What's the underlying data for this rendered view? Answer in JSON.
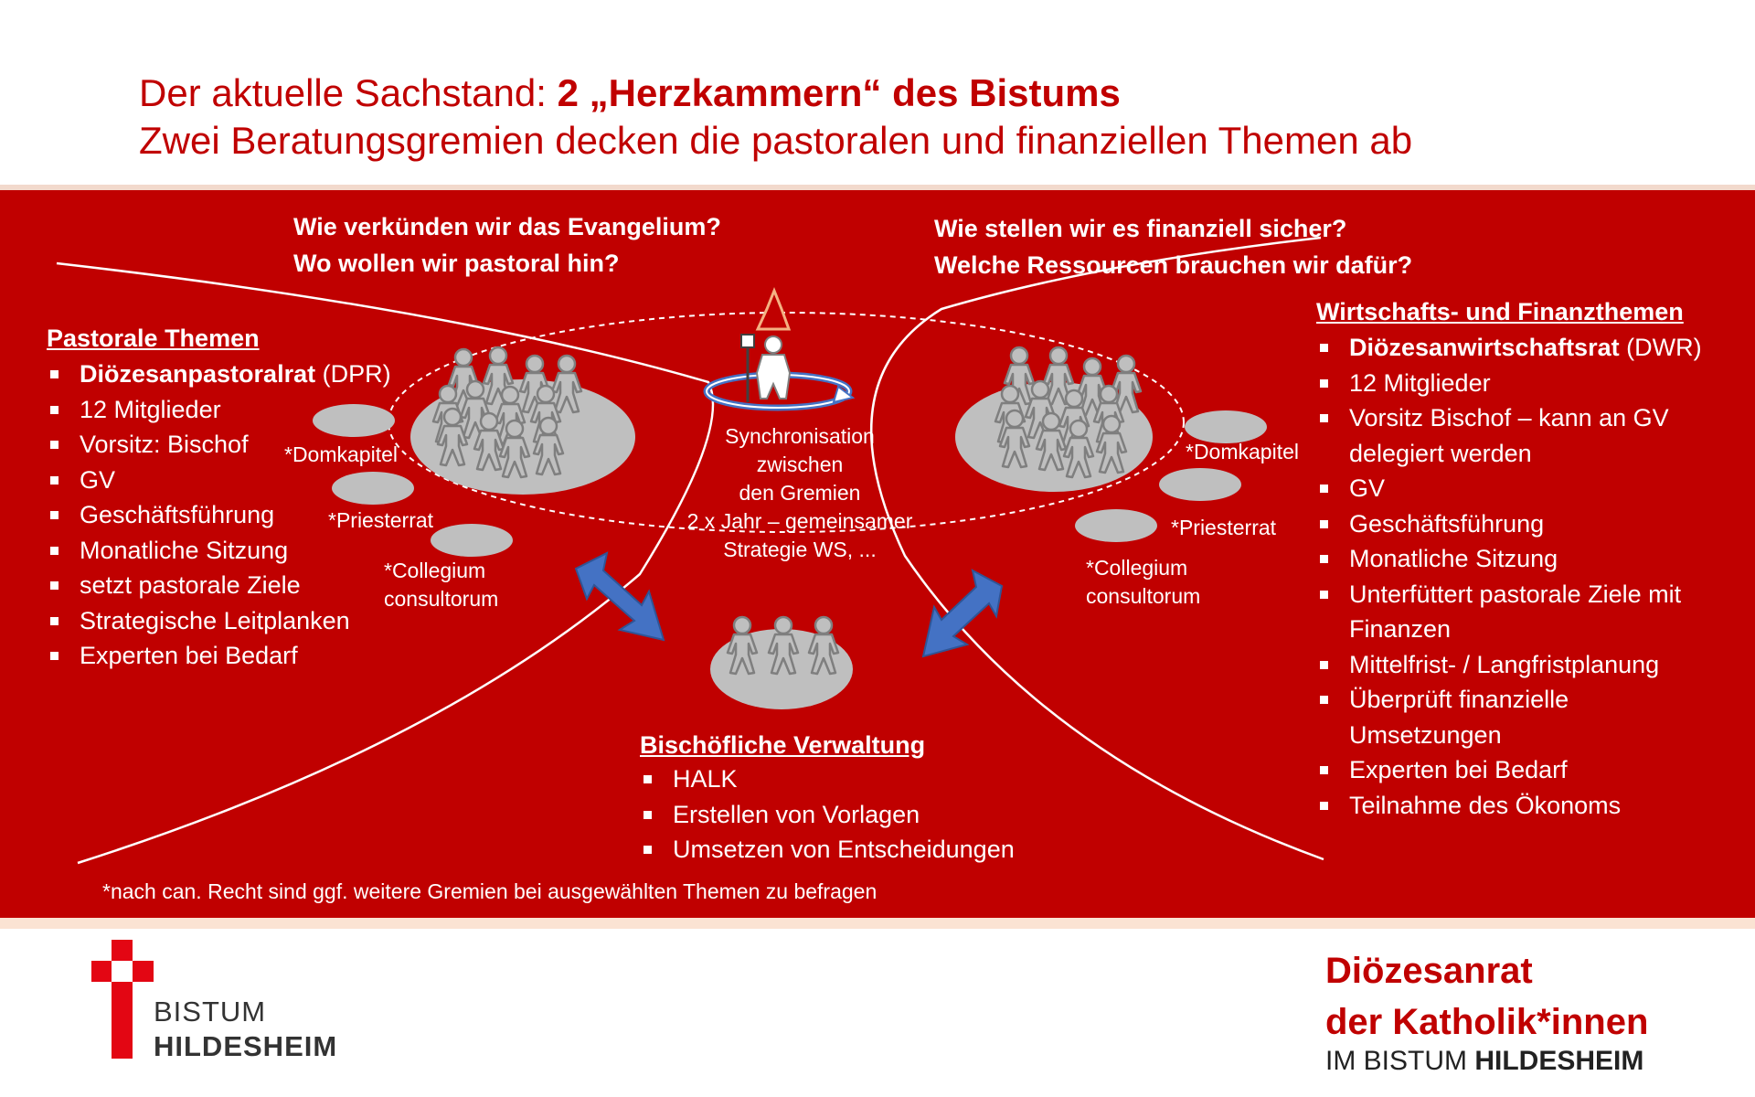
{
  "title": {
    "line1_prefix": "Der aktuelle Sachstand: ",
    "line1_bold": "2 „Herzkammern“ des Bistums",
    "line2": "Zwei Beratungsgremien decken die pastoralen und finanziellen Themen ab"
  },
  "questions": {
    "left": [
      "Wie verkünden wir das Evangelium?",
      "Wo wollen wir  pastoral hin?"
    ],
    "right": [
      "Wie stellen wir es finanziell sicher?",
      "Welche Ressourcen brauchen wir dafür?"
    ]
  },
  "pastoral": {
    "heading": "Pastorale Themen",
    "items": [
      {
        "bold": "Diözesanpastoralrat",
        "text": " (DPR)"
      },
      {
        "bold": "",
        "text": "12 Mitglieder"
      },
      {
        "bold": "",
        "text": "Vorsitz: Bischof"
      },
      {
        "bold": "",
        "text": "GV"
      },
      {
        "bold": "",
        "text": "Geschäftsführung"
      },
      {
        "bold": "",
        "text": "Monatliche Sitzung"
      },
      {
        "bold": "",
        "text": "setzt pastorale Ziele"
      },
      {
        "bold": "",
        "text": "Strategische Leitplanken"
      },
      {
        "bold": "",
        "text": "Experten bei Bedarf"
      }
    ]
  },
  "finance": {
    "heading": "Wirtschafts- und Finanzthemen",
    "items": [
      {
        "bold": "Diözesanwirtschaftsrat",
        "text": " (DWR)"
      },
      {
        "bold": "",
        "text": "12 Mitglieder"
      },
      {
        "bold": "",
        "text": "Vorsitz Bischof – kann an GV",
        "text2": "delegiert werden"
      },
      {
        "bold": "",
        "text": "GV"
      },
      {
        "bold": "",
        "text": "Geschäftsführung"
      },
      {
        "bold": "",
        "text": "Monatliche Sitzung"
      },
      {
        "bold": "",
        "text": "Unterfüttert pastorale Ziele mit",
        "text2": "Finanzen"
      },
      {
        "bold": "",
        "text": "Mittelfrist- / Langfristplanung"
      },
      {
        "bold": "",
        "text": "Überprüft finanzielle",
        "text2": "Umsetzungen"
      },
      {
        "bold": "",
        "text": "Experten bei Bedarf"
      },
      {
        "bold": "",
        "text": "Teilnahme des Ökonoms"
      }
    ]
  },
  "left_bodies": {
    "domkapitel": "*Domkapitel",
    "priesterrat": "*Priesterrat",
    "collegium": [
      "*Collegium",
      "consultorum"
    ]
  },
  "right_bodies": {
    "domkapitel": "*Domkapitel",
    "priesterrat": "*Priesterrat",
    "collegium": [
      "*Collegium",
      "consultorum"
    ]
  },
  "sync": [
    "Synchronisation",
    "zwischen",
    "den Gremien",
    "2 x Jahr – gemeinsamer",
    "Strategie WS, ..."
  ],
  "verwaltung": {
    "heading": "Bischöfliche Verwaltung",
    "items": [
      "HALK",
      "Erstellen von Vorlagen",
      "Umsetzen von Entscheidungen"
    ]
  },
  "footnote": "*nach can. Recht sind ggf. weitere Gremien bei ausgewählten Themen zu befragen",
  "logo": {
    "line1": "BISTUM",
    "line2": "HILDESHEIM"
  },
  "dioezesanrat": {
    "line1": "Diözesanrat",
    "line2": "der Katholik*innen",
    "line3_prefix": "IM BISTUM ",
    "line3_bold": "HILDESHEIM"
  },
  "colors": {
    "brand_red": "#c00000",
    "arrow_blue": "#4472c4",
    "figure_gray": "#bfbfbf",
    "figure_dark": "#7f7f7f"
  }
}
